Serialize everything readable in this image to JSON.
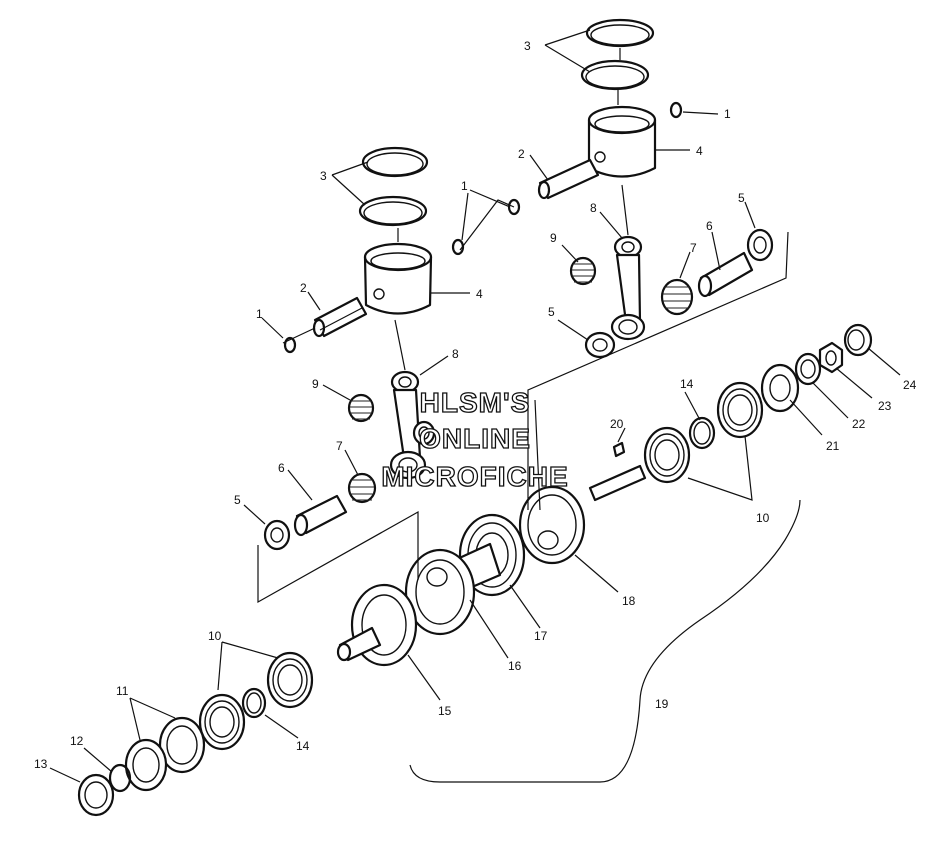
{
  "diagram": {
    "labels": [
      "1",
      "2",
      "3",
      "4",
      "5",
      "6",
      "7",
      "8",
      "9",
      "10",
      "11",
      "12",
      "13",
      "14",
      "15",
      "16",
      "17",
      "18",
      "19",
      "20",
      "21",
      "22",
      "23",
      "24"
    ],
    "watermark": {
      "line1": "HLSM'S",
      "line2": "ONLINE",
      "line3": "MICROFICHE"
    }
  }
}
